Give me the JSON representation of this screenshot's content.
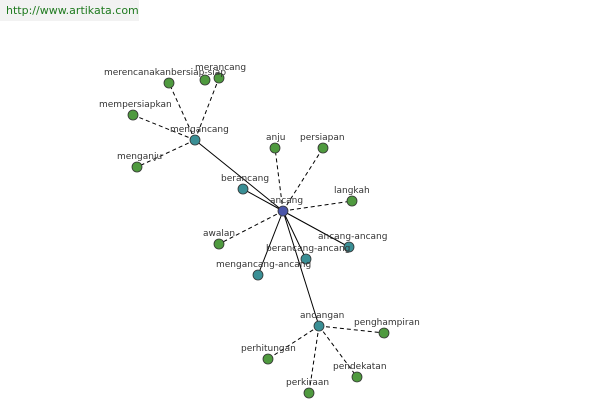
{
  "header": {
    "url": "http://www.artikata.com"
  },
  "colors": {
    "center": "#4a55a8",
    "hub": "#3a8f95",
    "leaf": "#4f9a3f",
    "node_stroke": "#333333",
    "edge": "#000000",
    "url_text": "#1f7a1f"
  },
  "graph": {
    "nodes": [
      {
        "id": "ancang",
        "label": "ancang",
        "kind": "center"
      },
      {
        "id": "mengancang",
        "label": "mengancang",
        "kind": "hub"
      },
      {
        "id": "berancang",
        "label": "berancang",
        "kind": "hub"
      },
      {
        "id": "berancang-ancang",
        "label": "berancang-ancang",
        "kind": "hub"
      },
      {
        "id": "ancang-ancang",
        "label": "ancang-ancang",
        "kind": "hub"
      },
      {
        "id": "mengancang-ancang",
        "label": "mengancang-ancang",
        "kind": "hub"
      },
      {
        "id": "ancangan",
        "label": "ancangan",
        "kind": "hub"
      },
      {
        "id": "anju",
        "label": "anju",
        "kind": "leaf"
      },
      {
        "id": "persiapan",
        "label": "persiapan",
        "kind": "leaf"
      },
      {
        "id": "langkah",
        "label": "langkah",
        "kind": "leaf"
      },
      {
        "id": "awalan",
        "label": "awalan",
        "kind": "leaf"
      },
      {
        "id": "merencanakan",
        "label": "merencanakan",
        "kind": "leaf"
      },
      {
        "id": "bersiap-siap",
        "label": "bersiap-siap",
        "kind": "leaf"
      },
      {
        "id": "merancang",
        "label": "merancang",
        "kind": "leaf"
      },
      {
        "id": "mempersiapkan",
        "label": "mempersiapkan",
        "kind": "leaf"
      },
      {
        "id": "menganju",
        "label": "menganju",
        "kind": "leaf"
      },
      {
        "id": "penghampiran",
        "label": "penghampiran",
        "kind": "leaf"
      },
      {
        "id": "perhitungan",
        "label": "perhitungan",
        "kind": "leaf"
      },
      {
        "id": "pendekatan",
        "label": "pendekatan",
        "kind": "leaf"
      },
      {
        "id": "perkiraan",
        "label": "perkiraan",
        "kind": "leaf"
      }
    ],
    "edges": [
      {
        "from": "ancang",
        "to": "mengancang",
        "style": "solid"
      },
      {
        "from": "ancang",
        "to": "berancang",
        "style": "solid"
      },
      {
        "from": "ancang",
        "to": "berancang-ancang",
        "style": "solid"
      },
      {
        "from": "ancang",
        "to": "ancang-ancang",
        "style": "solid"
      },
      {
        "from": "ancang",
        "to": "mengancang-ancang",
        "style": "solid"
      },
      {
        "from": "ancang",
        "to": "ancangan",
        "style": "solid"
      },
      {
        "from": "ancang",
        "to": "anju",
        "style": "dashed"
      },
      {
        "from": "ancang",
        "to": "persiapan",
        "style": "dashed"
      },
      {
        "from": "ancang",
        "to": "langkah",
        "style": "dashed"
      },
      {
        "from": "ancang",
        "to": "awalan",
        "style": "dashed"
      },
      {
        "from": "mengancang",
        "to": "merencanakan",
        "style": "dashed"
      },
      {
        "from": "mengancang",
        "to": "merancang",
        "style": "dashed"
      },
      {
        "from": "mengancang",
        "to": "mempersiapkan",
        "style": "dashed"
      },
      {
        "from": "mengancang",
        "to": "menganju",
        "style": "dashed"
      },
      {
        "from": "ancangan",
        "to": "penghampiran",
        "style": "dashed"
      },
      {
        "from": "ancangan",
        "to": "perhitungan",
        "style": "dashed"
      },
      {
        "from": "ancangan",
        "to": "pendekatan",
        "style": "dashed"
      },
      {
        "from": "ancangan",
        "to": "perkiraan",
        "style": "dashed"
      }
    ]
  }
}
